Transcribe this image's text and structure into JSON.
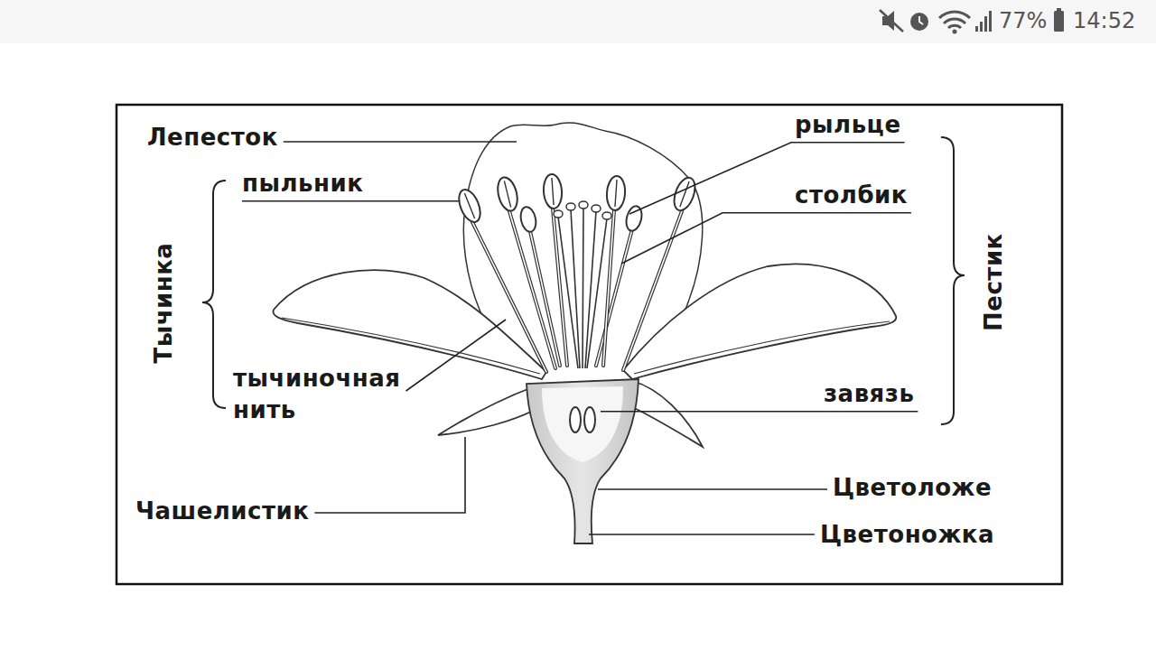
{
  "diagram": {
    "labels": [
      "77%",
      "14:52",
      "Лепесток",
      "пыльник",
      "Тычинка",
      "тычиночная нить",
      "Чашелистик",
      "рыльце",
      "столбик",
      "Пестик",
      "завязь",
      "Цветоложе",
      "Цветоножка"
    ]
  }
}
